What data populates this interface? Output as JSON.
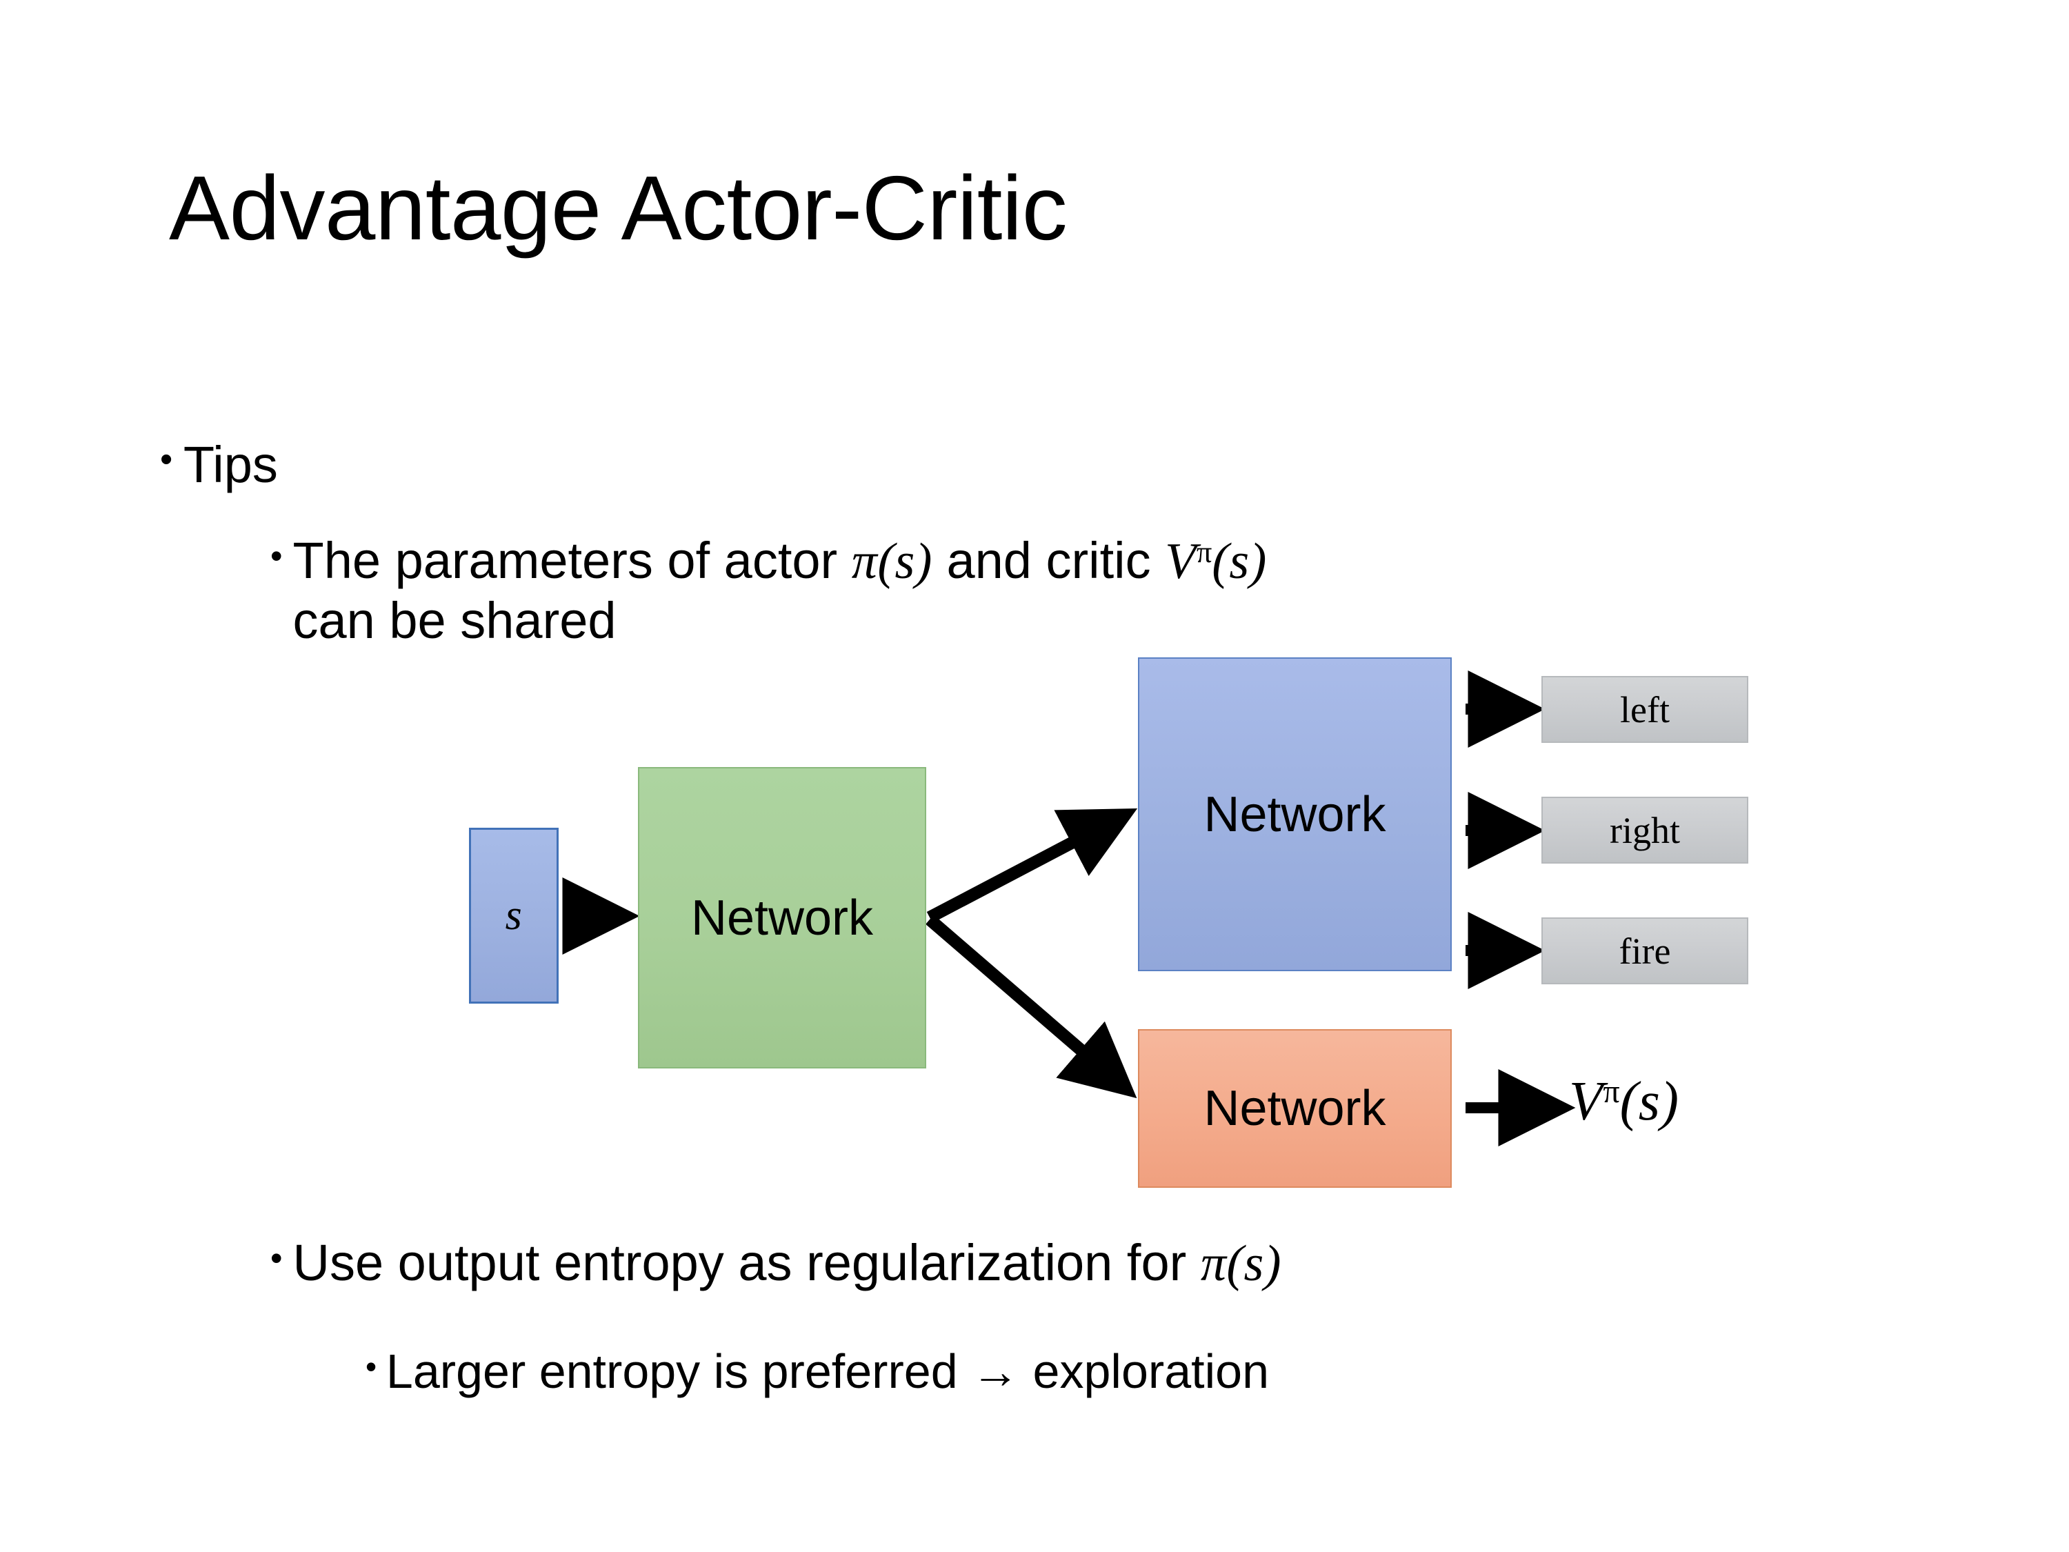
{
  "slide": {
    "title": "Advantage Actor-Critic",
    "background_color": "#ffffff",
    "text_color": "#000000"
  },
  "bullets": {
    "tips": {
      "marker": "•",
      "text": "Tips"
    },
    "shared_params": {
      "marker": "•",
      "line1_prefix": "The parameters of actor ",
      "math_actor": "π(s)",
      "line1_middle": "  and critic ",
      "math_critic_base": "V",
      "math_critic_sup": "π",
      "math_critic_arg": "(s)",
      "line2": "can be shared"
    },
    "entropy": {
      "marker": "•",
      "text_prefix": "Use output entropy as regularization for ",
      "math": "π(s)"
    },
    "larger_entropy": {
      "marker": "•",
      "text": "Larger entropy is preferred → exploration"
    }
  },
  "diagram": {
    "input": {
      "label": "s",
      "fill": "#9db1e0",
      "border": "#4272b8"
    },
    "shared_network": {
      "label": "Network",
      "fill": "#a8cf99",
      "border": "#8ab97c"
    },
    "actor_network": {
      "label": "Network",
      "fill": "#9db1e0",
      "border": "#5b81c4"
    },
    "critic_network": {
      "label": "Network",
      "fill": "#f4ab8c",
      "border": "#dd8a5e"
    },
    "actions": [
      {
        "label": "left"
      },
      {
        "label": "right"
      },
      {
        "label": "fire"
      }
    ],
    "action_box_fill": "#cbcdd0",
    "action_box_border": "#b6b9bc",
    "critic_output": {
      "base": "V",
      "sup": "π",
      "arg": "(s)"
    },
    "arrow_color": "#000000"
  }
}
